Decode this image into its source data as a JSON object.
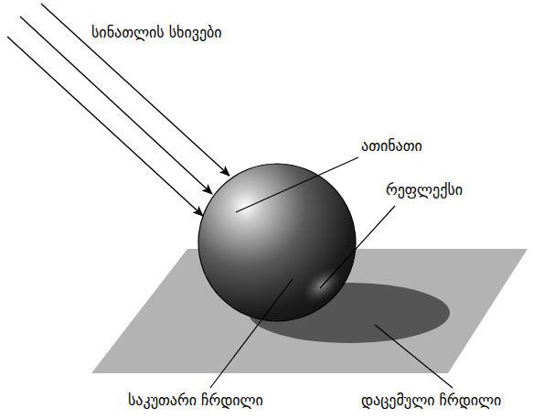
{
  "diagram": {
    "labels": [
      "სინათლის სხივები",
      "ათინათი",
      "რეფლექსი",
      "საკუთარი ჩრდილი",
      "დაცემული ჩრდილი"
    ]
  }
}
